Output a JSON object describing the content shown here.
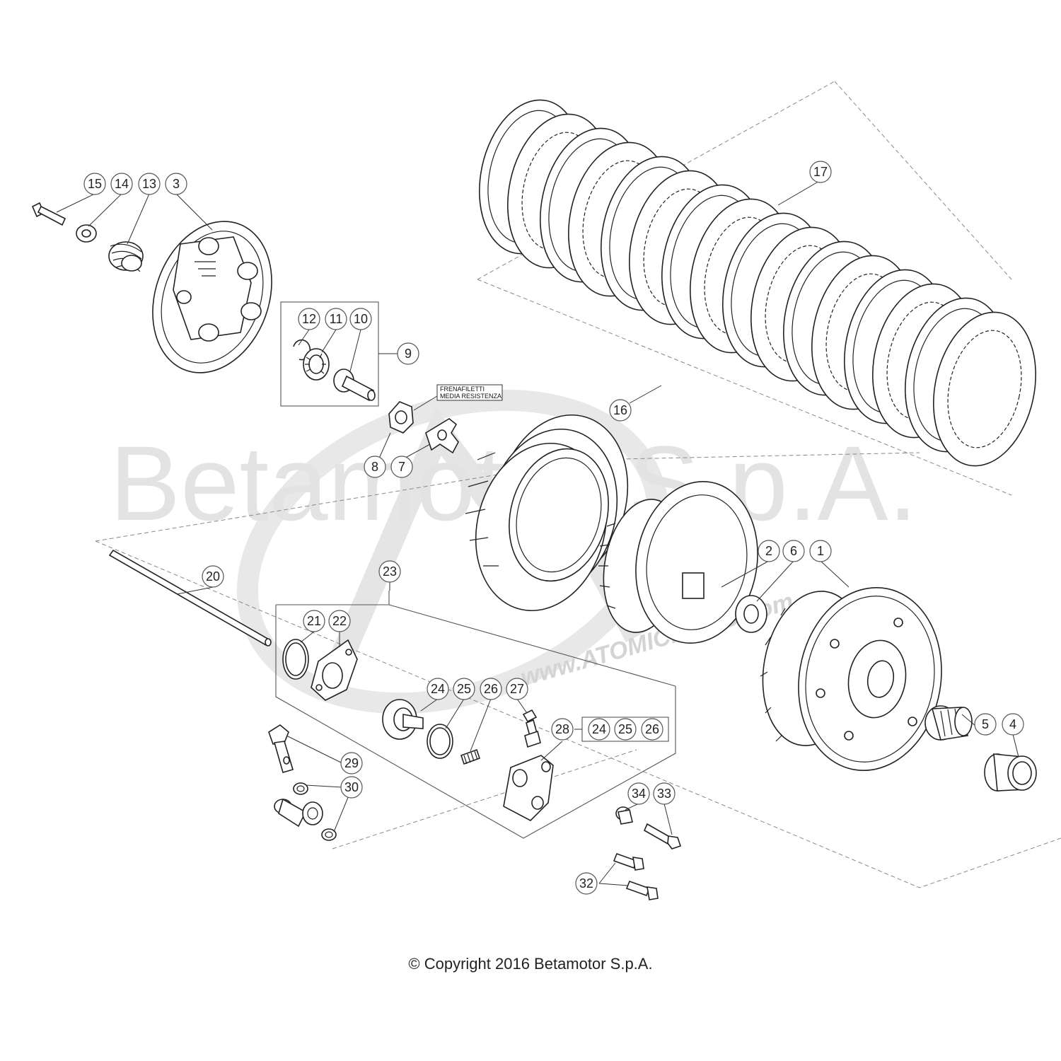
{
  "watermark": {
    "company": "Betamotor S.p.A.",
    "url": "www.ATOMICMOTO.com"
  },
  "note": {
    "line1": "FRENAFILETTI",
    "line2": "MEDIA RESISTENZA"
  },
  "copyright": "© Copyright 2016 Betamotor S.p.A.",
  "callouts": [
    "15",
    "14",
    "13",
    "3",
    "12",
    "11",
    "10",
    "9",
    "8",
    "7",
    "17",
    "16",
    "20",
    "23",
    "21",
    "22",
    "2",
    "6",
    "1",
    "24",
    "25",
    "26",
    "27",
    "28",
    "24",
    "25",
    "26",
    "29",
    "30",
    "5",
    "4",
    "34",
    "33",
    "32"
  ]
}
